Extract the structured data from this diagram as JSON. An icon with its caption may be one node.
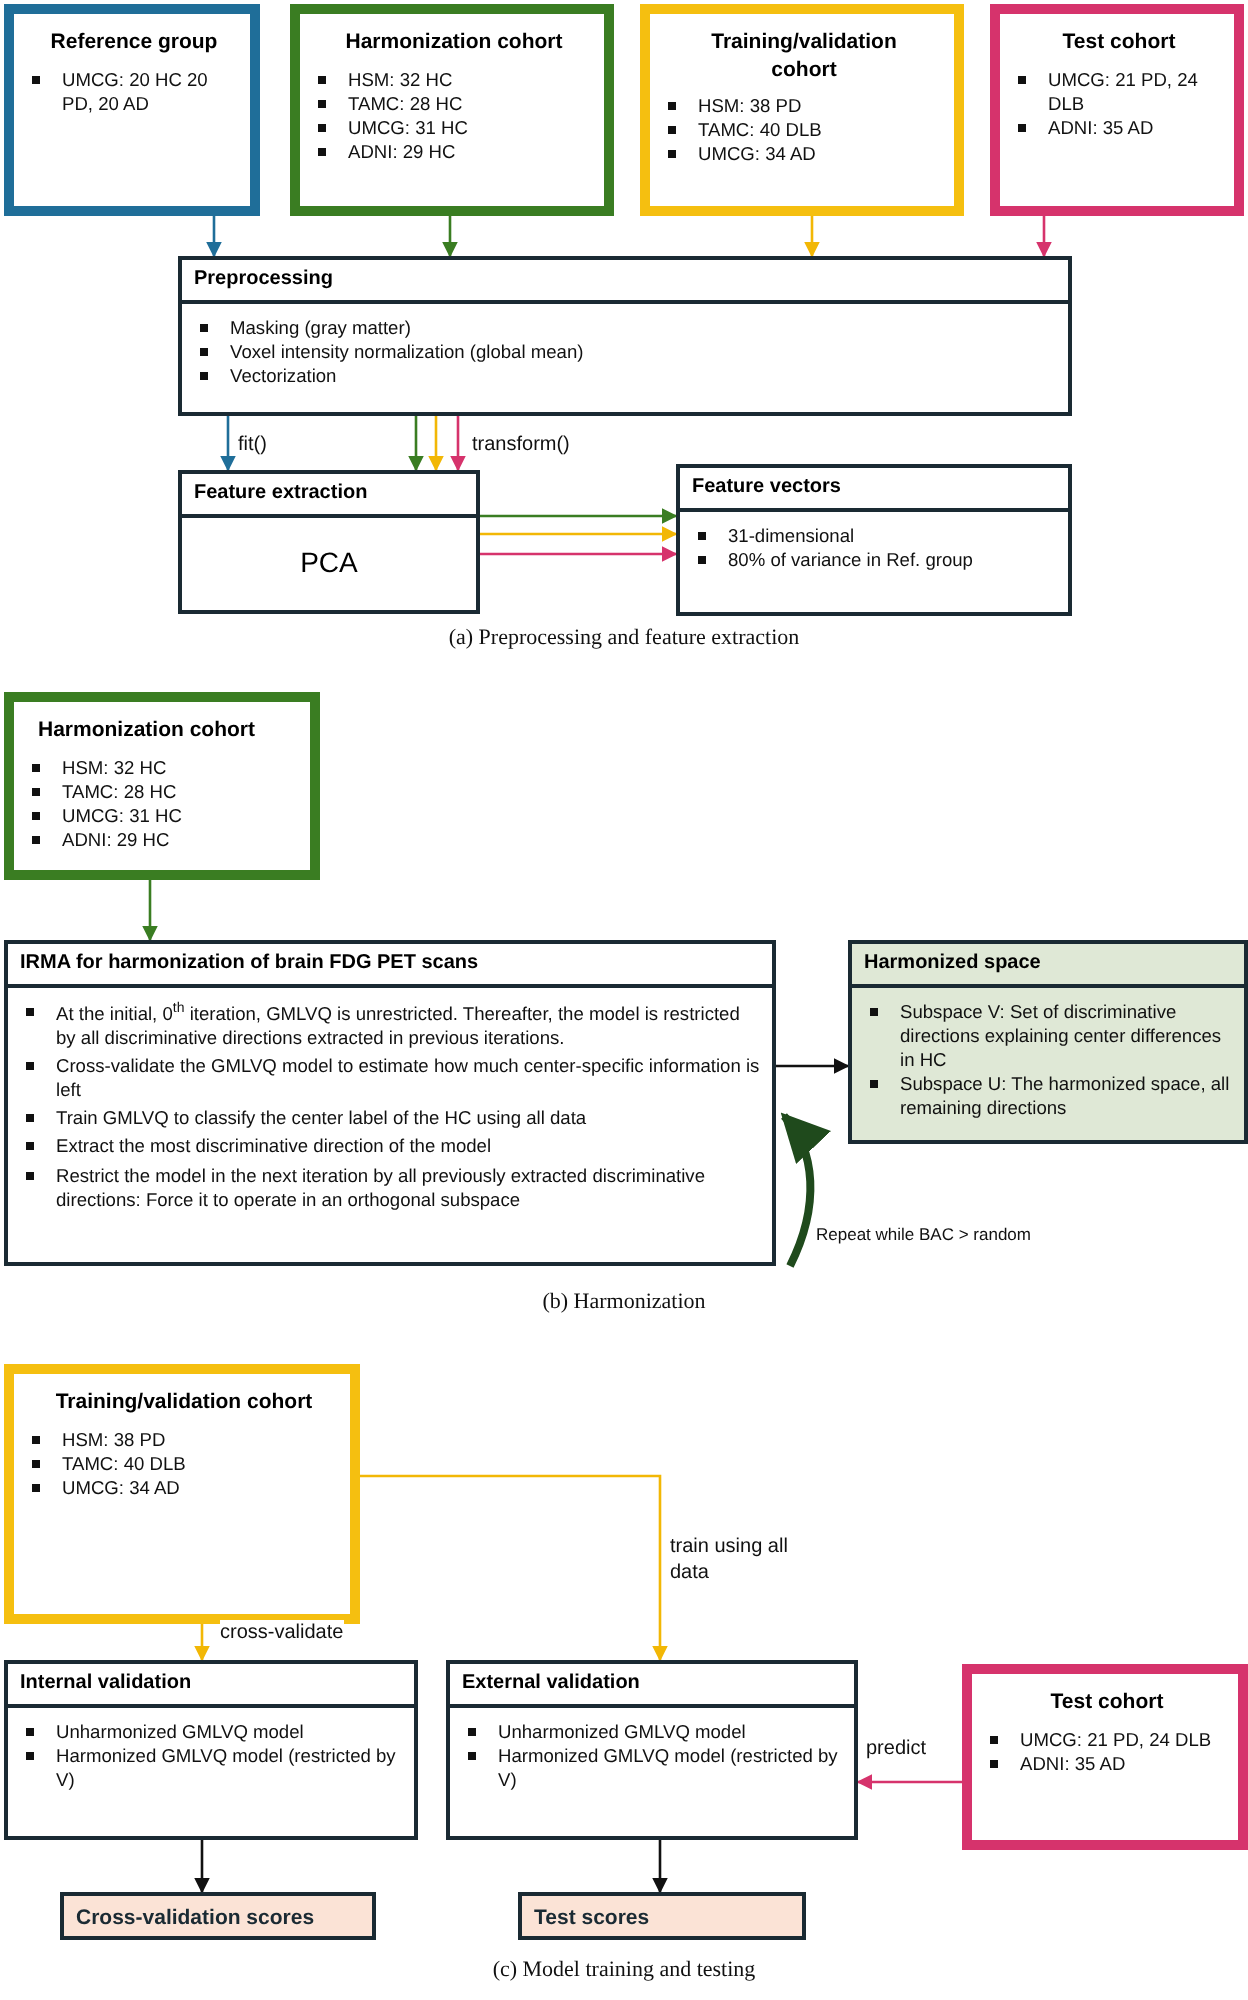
{
  "diagram": {
    "nodes": [
      {
        "text": [
          "Reference group",
          "UMCG: 20 HC 20 PD, 20 AD"
        ]
      },
      {
        "text": [
          "Harmonization cohort",
          "HSM: 32 HC",
          "TAMC: 28 HC",
          "UMCG: 31 HC",
          "ADNI: 29 HC"
        ]
      },
      {
        "text": [
          "Training/validation cohort",
          "HSM: 38 PD",
          "TAMC: 40 DLB",
          "UMCG: 34 AD"
        ]
      },
      {
        "text": [
          "Test cohort",
          "UMCG: 21 PD, 24 DLB",
          "ADNI: 35 AD"
        ]
      },
      {
        "text": [
          "Preprocessing",
          "Masking (gray matter)",
          "Voxel intensity normalization (global mean)",
          "Vectorization"
        ]
      },
      {
        "text": [
          "Feature extraction",
          "PCA"
        ]
      },
      {
        "text": [
          "Feature vectors",
          "31-dimensional",
          "80% of variance in Ref. group"
        ]
      },
      {
        "text": [
          "Harmonization cohort",
          "HSM: 32 HC",
          "TAMC: 28 HC",
          "UMCG: 31 HC",
          "ADNI: 29 HC"
        ]
      },
      {
        "text": [
          "IRMA for harmonization of brain FDG PET scans",
          "At the initial, 0$^{th}$ iteration, GMLVQ is unrestricted. Thereafter, the model is restricted by all discriminative directions extracted in previous iterations.",
          "Cross-validate the GMLVQ model to estimate how much center-specific information is left",
          "Train GMLVQ to classify  the center label of the HC using all data",
          "Extract the most discriminative direction of the model",
          "Restrict the model in the next iteration by all previously extracted discriminative directions: Force it to operate in an orthogonal subspace"
        ]
      },
      {
        "text": [
          "Harmonized space",
          "Subspace V: Set of discriminative directions explaining center differences in HC",
          "Subspace U: The harmonized space, all remaining directions"
        ]
      },
      {
        "text": [
          "Training/validation cohort",
          "HSM: 38 PD",
          "TAMC: 40 DLB",
          "UMCG: 34 AD"
        ]
      },
      {
        "text": [
          "Internal validation",
          "Unharmonized GMLVQ model",
          "Harmonized GMLVQ model (restricted by V)"
        ]
      },
      {
        "text": [
          "External validation",
          "Unharmonized GMLVQ model",
          "Harmonized GMLVQ model (restricted by V)"
        ]
      },
      {
        "text": [
          "Test cohort",
          "UMCG: 21 PD, 24 DLB",
          "ADNI: 35 AD"
        ]
      },
      {
        "text": [
          "Cross-validation scores"
        ]
      },
      {
        "text": [
          "Test scores"
        ]
      }
    ],
    "edges": [
      {
        "from": 0,
        "to": 4,
        "arrow": "to",
        "color": "#1f6e99"
      },
      {
        "from": 1,
        "to": 4,
        "arrow": "to",
        "color": "#3a7d22"
      },
      {
        "from": 2,
        "to": 4,
        "arrow": "to",
        "color": "#f2b705"
      },
      {
        "from": 3,
        "to": 4,
        "arrow": "to",
        "color": "#d6336c"
      },
      {
        "from": 4,
        "to": 5,
        "arrow": "to",
        "label": "fit()",
        "color": "#1f6e99"
      },
      {
        "from": 4,
        "to": 5,
        "arrow": "to",
        "color": "#3a7d22"
      },
      {
        "from": 4,
        "to": 5,
        "arrow": "to",
        "color": "#f2b705"
      },
      {
        "from": 4,
        "to": 5,
        "arrow": "to",
        "label": "transform()",
        "color": "#d6336c"
      },
      {
        "from": 5,
        "to": 6,
        "arrow": "to",
        "color": "#3a7d22"
      },
      {
        "from": 5,
        "to": 6,
        "arrow": "to",
        "color": "#f2b705"
      },
      {
        "from": 5,
        "to": 6,
        "arrow": "to",
        "color": "#d6336c"
      },
      {
        "from": 7,
        "to": 8,
        "arrow": "to",
        "color": "#3a7d22"
      },
      {
        "from": 8,
        "to": 9,
        "arrow": "to",
        "color": "#111111"
      },
      {
        "from": 8,
        "to": 8,
        "arrow": "to",
        "label": "Repeat while BAC > random",
        "style": "thick",
        "color": "#1f4a1c"
      },
      {
        "from": 10,
        "to": 11,
        "arrow": "to",
        "label": "cross-validate",
        "color": "#f2b705"
      },
      {
        "from": 10,
        "to": 12,
        "arrow": "to",
        "label": "train using all data",
        "color": "#f2b705"
      },
      {
        "from": 13,
        "to": 12,
        "arrow": "to",
        "label": "predict",
        "color": "#d6336c"
      },
      {
        "from": 11,
        "to": 14,
        "arrow": "to",
        "color": "#111111"
      },
      {
        "from": 12,
        "to": 15,
        "arrow": "to",
        "color": "#111111"
      }
    ],
    "labels": [
      "(a) Preprocessing and feature extraction",
      "(b) Harmonization",
      "(c) Model training and testing"
    ]
  }
}
